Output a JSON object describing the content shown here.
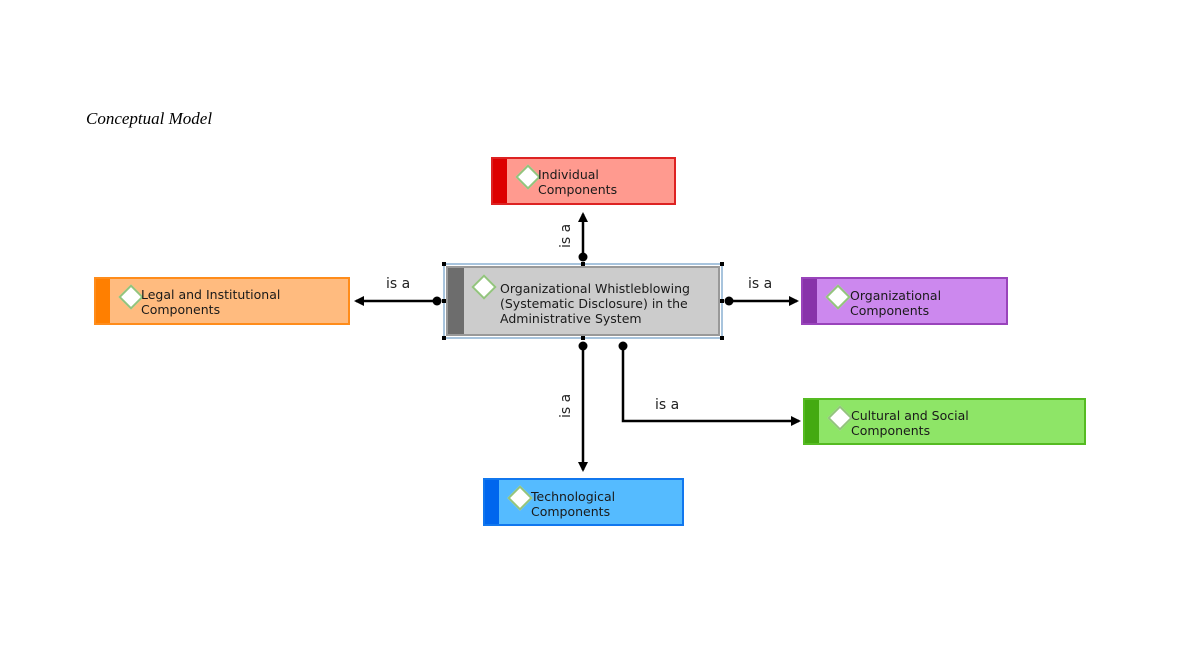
{
  "caption": "Conceptual Model",
  "center": {
    "line1": "Organizational Whistleblowing",
    "line2": "(Systematic Disclosure) in the",
    "line3": "Administrative System",
    "fill": "#cccccc",
    "accent": "#6d6d6d"
  },
  "nodes": {
    "individual": {
      "line1": "Individual",
      "line2": "Components",
      "fill": "#ff9a8f",
      "accent": "#dd0000",
      "border": "#dd2222"
    },
    "legal": {
      "line1": "Legal and Institutional",
      "line2": "Components",
      "fill": "#ffbb7f",
      "accent": "#ff7f00",
      "border": "#ff8c1a"
    },
    "organizational": {
      "line1": "Organizational",
      "line2": "Components",
      "fill": "#cc88ee",
      "accent": "#8833aa",
      "border": "#9944bb"
    },
    "cultural": {
      "line1": "Cultural and Social",
      "line2": "Components",
      "fill": "#8ee567",
      "accent": "#44aa11",
      "border": "#55bb22"
    },
    "technological": {
      "line1": "Technological",
      "line2": "Components",
      "fill": "#55bbff",
      "accent": "#0066ee",
      "border": "#1177ee"
    }
  },
  "edges": {
    "to_individual": "is a",
    "to_legal": "is a",
    "to_organizational": "is a",
    "to_technological": "is a",
    "to_cultural": "is a"
  }
}
